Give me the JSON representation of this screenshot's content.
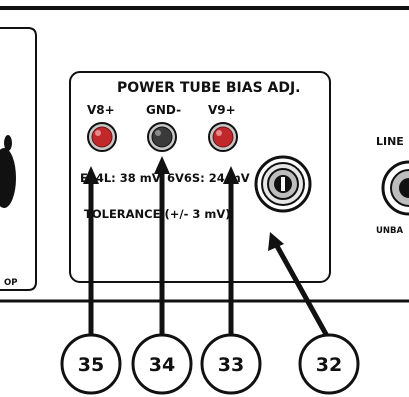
{
  "panel": {
    "title": "POWER TUBE BIAS ADJ.",
    "test_points": [
      {
        "label": "V8+",
        "color": "#c0282b"
      },
      {
        "label": "GND-",
        "color": "#3a3a3a"
      },
      {
        "label": "V9+",
        "color": "#c0282b"
      }
    ],
    "e34l_spec": "E34L: 38 mV",
    "sixv6s_spec": "6V6S: 24 mV",
    "tolerance": "TOLERANCE (+/-  3 mV)"
  },
  "right_edge": {
    "line_label": "LINE",
    "unbal_label": "UNBA"
  },
  "left_edge": {
    "op_label": "OP"
  },
  "callouts": [
    {
      "number": "35"
    },
    {
      "number": "34"
    },
    {
      "number": "33"
    },
    {
      "number": "32"
    }
  ],
  "colors": {
    "outline": "#111111",
    "red_terminal": "#c0282b",
    "gray_terminal": "#3a3a3a",
    "background": "#ffffff"
  }
}
